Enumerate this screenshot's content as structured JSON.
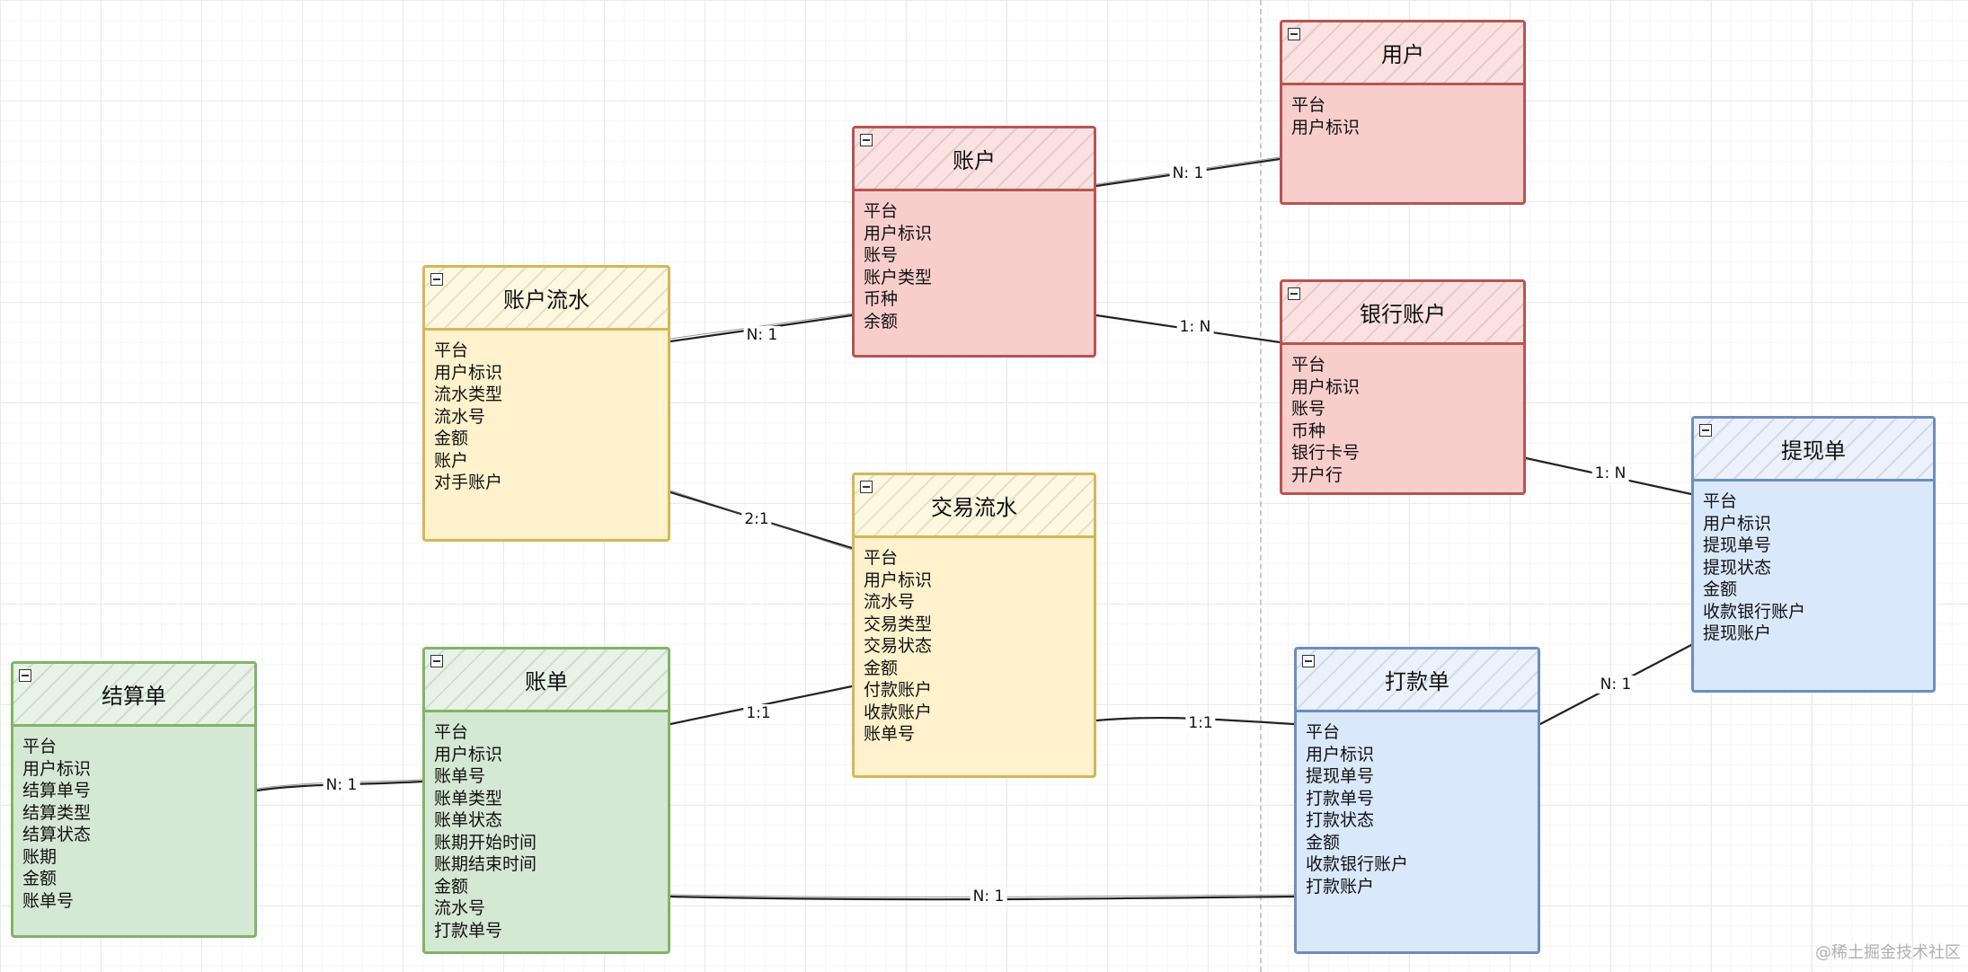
{
  "entities": {
    "user": {
      "title": "用户",
      "fields": [
        "平台",
        "用户标识"
      ]
    },
    "account": {
      "title": "账户",
      "fields": [
        "平台",
        "用户标识",
        "账号",
        "账户类型",
        "币种",
        "余额"
      ]
    },
    "bank_account": {
      "title": "银行账户",
      "fields": [
        "平台",
        "用户标识",
        "账号",
        "币种",
        "银行卡号",
        "开户行"
      ]
    },
    "account_flow": {
      "title": "账户流水",
      "fields": [
        "平台",
        "用户标识",
        "流水类型",
        "流水号",
        "金额",
        "账户",
        "对手账户"
      ]
    },
    "trade_flow": {
      "title": "交易流水",
      "fields": [
        "平台",
        "用户标识",
        "流水号",
        "交易类型",
        "交易状态",
        "金额",
        "付款账户",
        "收款账户",
        "账单号"
      ]
    },
    "withdraw": {
      "title": "提现单",
      "fields": [
        "平台",
        "用户标识",
        "提现单号",
        "提现状态",
        "金额",
        "收款银行账户",
        "提现账户"
      ]
    },
    "settlement": {
      "title": "结算单",
      "fields": [
        "平台",
        "用户标识",
        "结算单号",
        "结算类型",
        "结算状态",
        "账期",
        "金额",
        "账单号"
      ]
    },
    "bill": {
      "title": "账单",
      "fields": [
        "平台",
        "用户标识",
        "账单号",
        "账单类型",
        "账单状态",
        "账期开始时间",
        "账期结束时间",
        "金额",
        "流水号",
        "打款单号"
      ]
    },
    "payment": {
      "title": "打款单",
      "fields": [
        "平台",
        "用户标识",
        "提现单号",
        "打款单号",
        "打款状态",
        "金额",
        "收款银行账户",
        "打款账户"
      ]
    }
  },
  "relations": {
    "account_user": "N: 1",
    "account_bank": "1: N",
    "flow_account": "N: 1",
    "flow_trade": "2:1",
    "bank_withdraw": "1: N",
    "payment_withdraw": "N: 1",
    "trade_payment": "1:1",
    "bill_trade": "1:1",
    "settlement_bill": "N: 1",
    "bill_payment": "N: 1"
  },
  "watermark": "@稀土掘金技术社区",
  "colors": {
    "red": "#b85450",
    "yellow": "#d6b656",
    "green": "#82b366",
    "blue": "#6c8ebf"
  }
}
